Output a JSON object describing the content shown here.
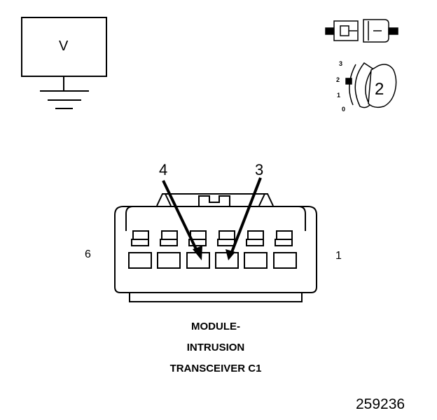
{
  "meter": {
    "label": "V"
  },
  "key_switch": {
    "positions": [
      "3",
      "2",
      "1",
      "0"
    ],
    "selected": "2"
  },
  "connector": {
    "pin_left": "6",
    "pin_right": "1",
    "callouts": [
      "4",
      "3"
    ],
    "caption": [
      "MODULE-",
      "INTRUSION",
      "TRANSCEIVER C1"
    ]
  },
  "figure_number": "259236"
}
